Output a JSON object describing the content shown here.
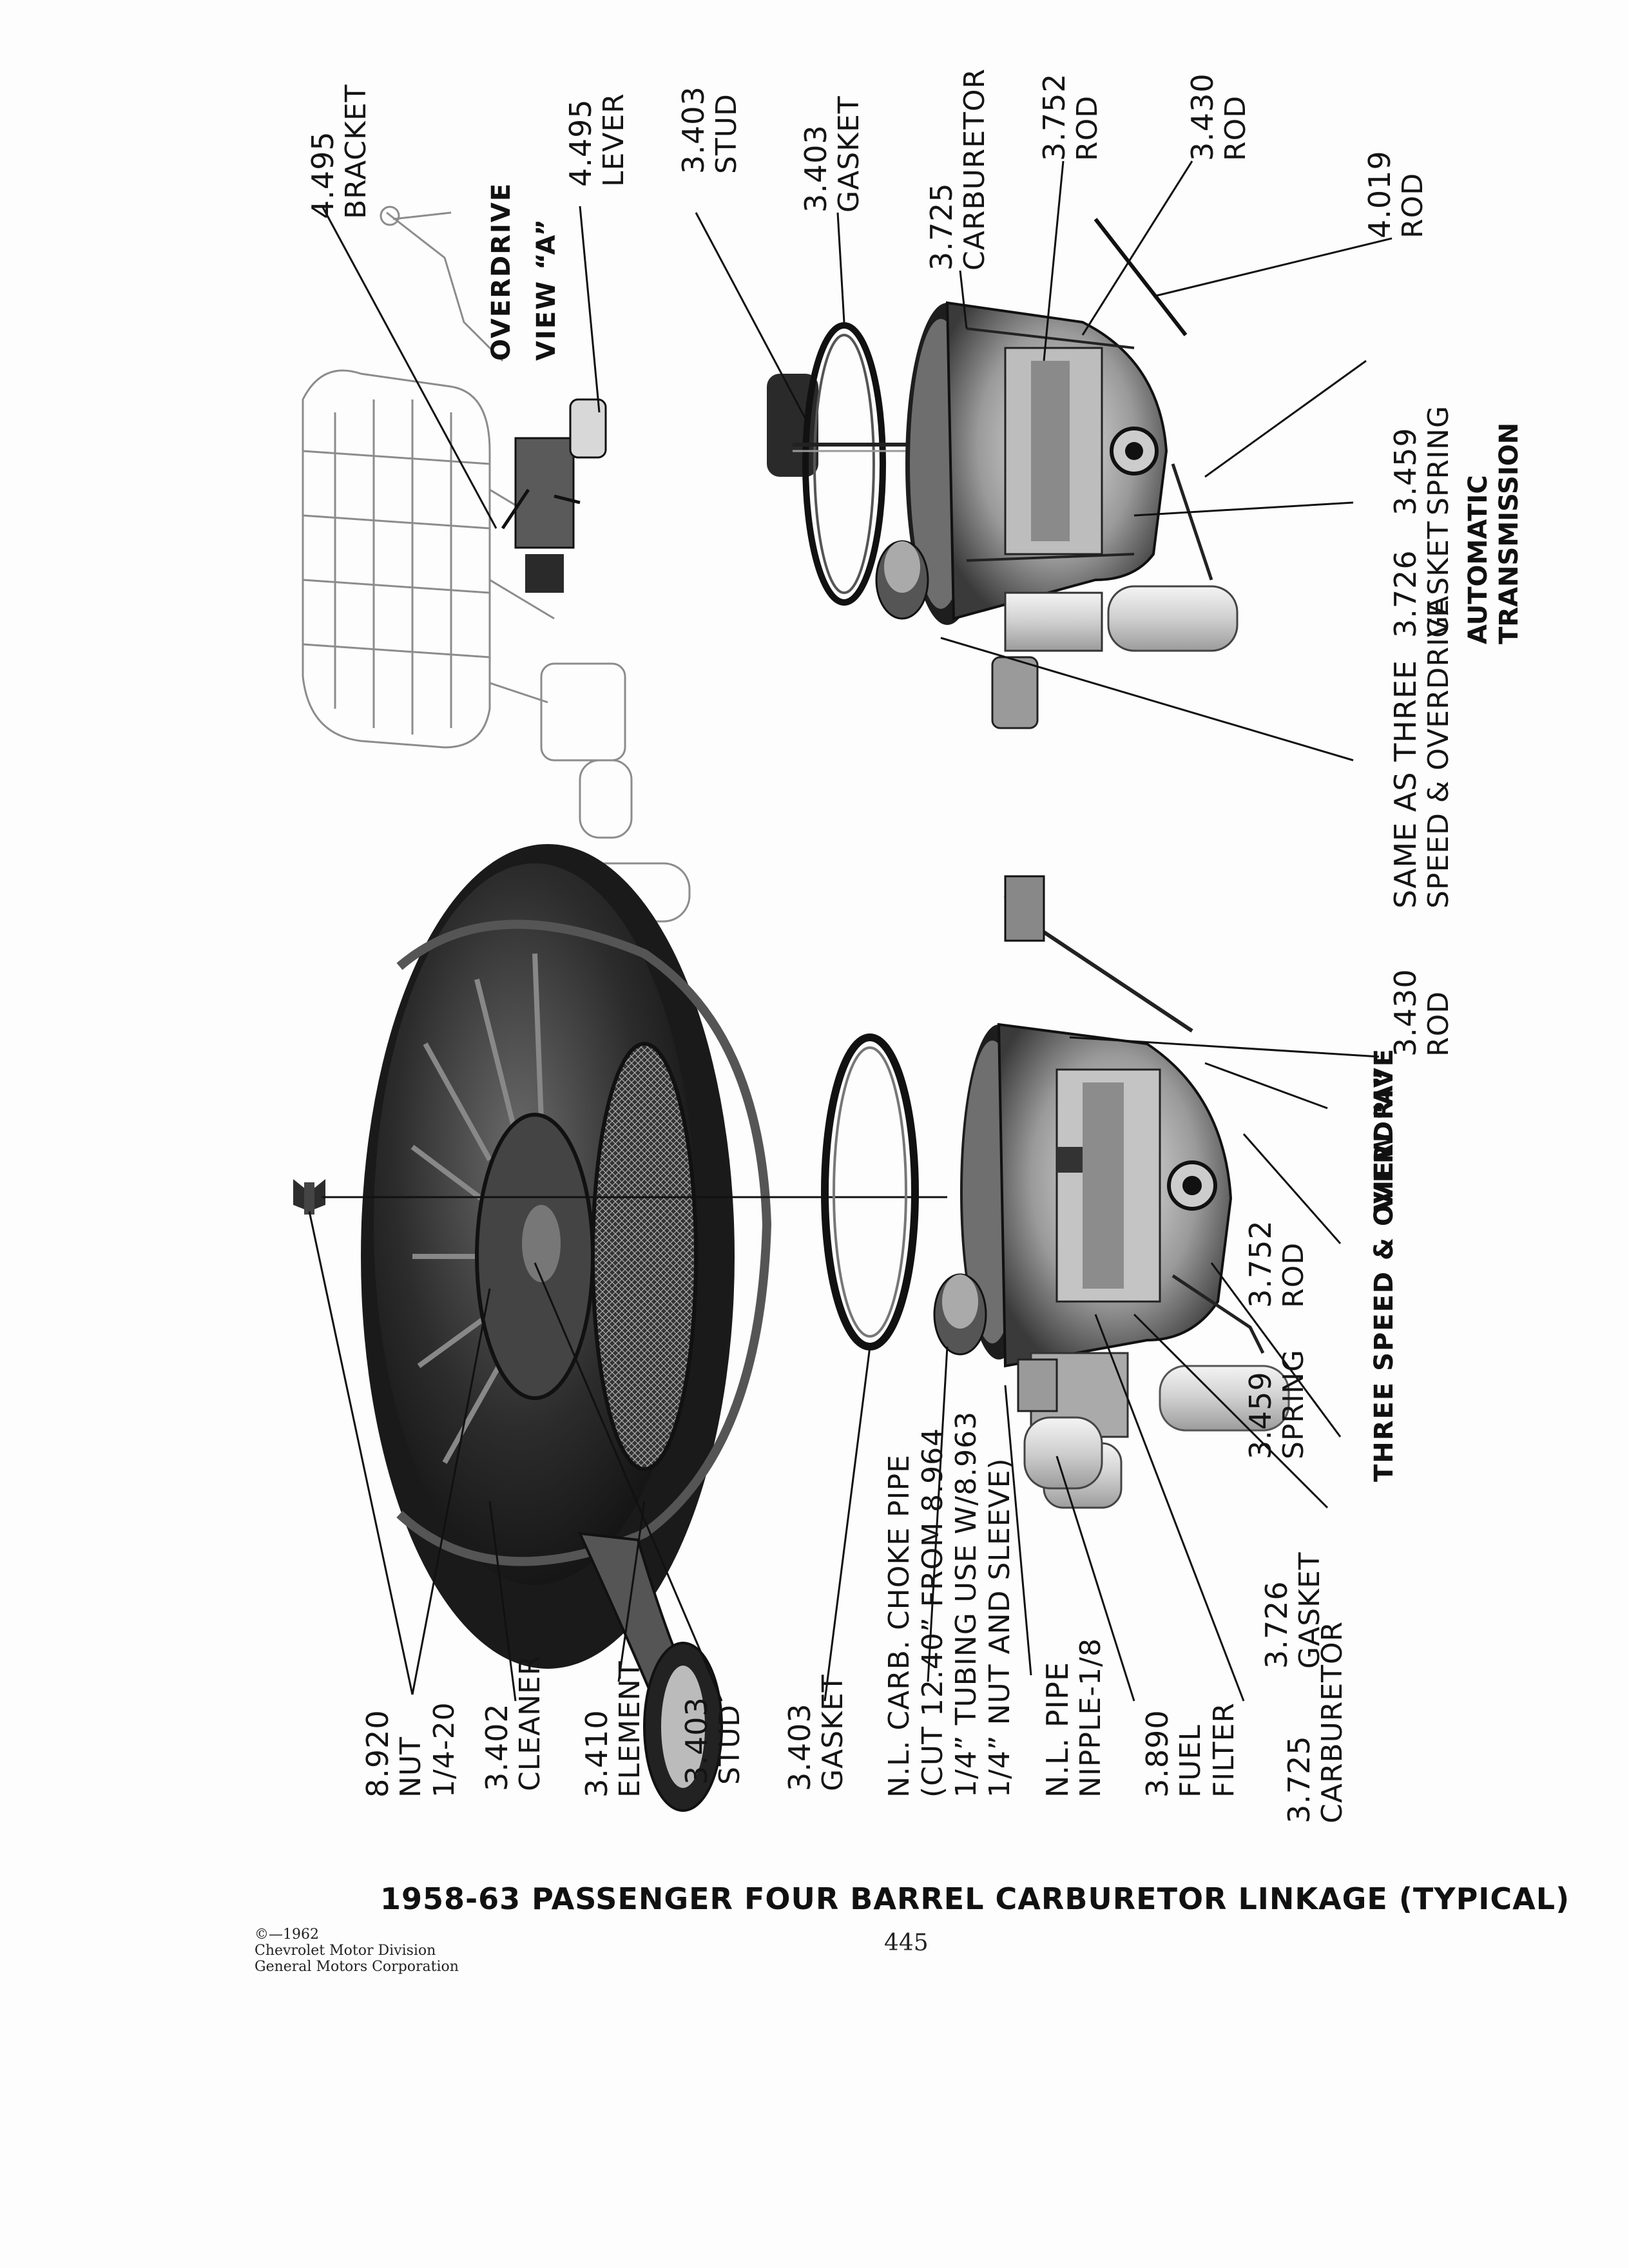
{
  "document": {
    "title": "1958-63 PASSENGER FOUR BARREL CARBURETOR LINKAGE (TYPICAL)",
    "page_number": "445",
    "copyright": {
      "line1": "©—1962",
      "line2": "Chevrolet Motor Division",
      "line3": "General Motors Corporation"
    }
  },
  "illustration_captions": {
    "three_speed": "THREE SPEED & OVERDRIVE",
    "view_a_pointer": "VIEW “A”",
    "overdrive": "OVERDRIVE",
    "view_a_title": "VIEW “A”",
    "automatic_line1": "AUTOMATIC",
    "automatic_line2": "TRANSMISSION"
  },
  "callouts_bottom_left": [
    {
      "num": "8.920",
      "text": "NUT",
      "text2": "1/4-20"
    },
    {
      "num": "3.402",
      "text": "CLEANER"
    },
    {
      "num": "3.410",
      "text": "ELEMENT"
    },
    {
      "num": "3.403",
      "text": "STUD"
    },
    {
      "num": "3.403",
      "text": "GASKET"
    },
    {
      "num": "",
      "text": "N.L. CARB. CHOKE PIPE",
      "text2": "(CUT 12.40” FROM 8.964",
      "text3": "1/4” TUBING USE W/8.963",
      "text4": "1/4” NUT AND SLEEVE)"
    },
    {
      "num": "N.L. PIPE",
      "text": "NIPPLE-1/8"
    },
    {
      "num": "3.890",
      "text": "FUEL",
      "text2": "FILTER"
    },
    {
      "num": "3.725",
      "text": "CARBURETOR"
    }
  ],
  "callouts_bottom_right": [
    {
      "num": "3.726",
      "text": "GASKET"
    },
    {
      "num": "3.459",
      "text": "SPRING"
    },
    {
      "num": "3.752",
      "text": "ROD"
    },
    {
      "num": "3.430",
      "text": "ROD"
    }
  ],
  "callouts_right": [
    {
      "num": "SAME AS THREE",
      "text": "SPEED & OVERDRIVE"
    },
    {
      "num": "3.726",
      "text": "GASKET"
    },
    {
      "num": "3.459",
      "text": "SPRING"
    }
  ],
  "callouts_top": [
    {
      "num": "4.495",
      "text": "BRACKET"
    },
    {
      "num": "4.495",
      "text": "LEVER"
    },
    {
      "num": "3.403",
      "text": "STUD"
    },
    {
      "num": "3.403",
      "text": "GASKET"
    },
    {
      "num": "3.725",
      "text": "CARBURETOR"
    },
    {
      "num": "3.752",
      "text": "ROD"
    },
    {
      "num": "3.430",
      "text": "ROD"
    },
    {
      "num": "4.019",
      "text": "ROD"
    }
  ]
}
